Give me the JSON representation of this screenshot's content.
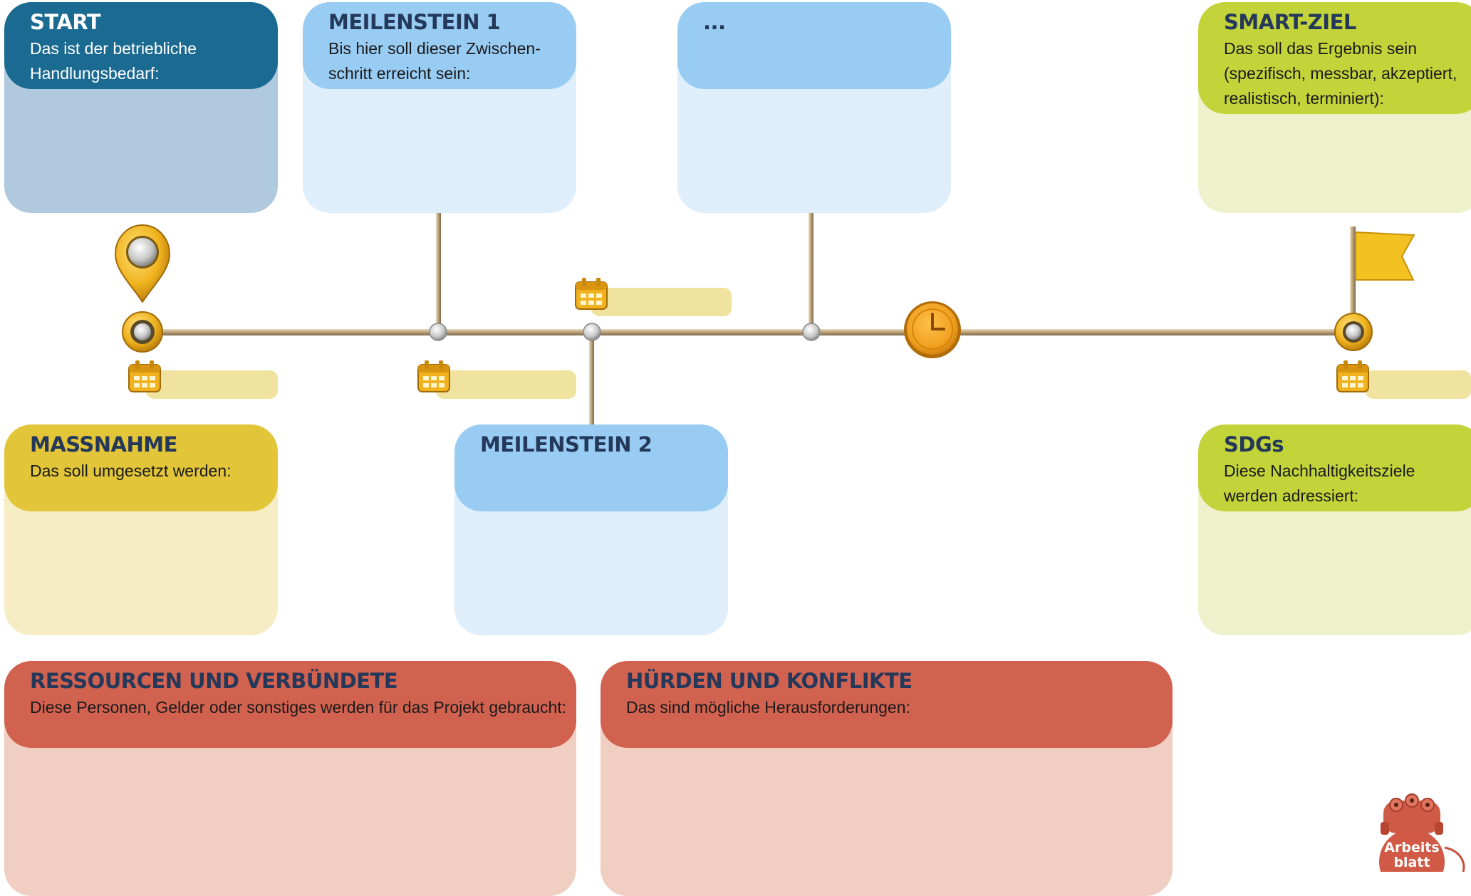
{
  "cards": {
    "start": {
      "title": "START",
      "text": "Das ist der betriebliche Handlungsbedarf:"
    },
    "meilenstein1": {
      "title": "MEILENSTEIN 1",
      "text": "Bis hier soll dieser Zwischen-schritt erreicht sein:"
    },
    "dots": {
      "title": "..."
    },
    "smart_ziel": {
      "title": "SMART-ZIEL",
      "text": "Das soll das Ergebnis sein (spezifisch, messbar, akzeptiert, realistisch, terminiert):"
    },
    "massnahme": {
      "title": "MASSNAHME",
      "text": "Das soll umgesetzt werden:"
    },
    "meilenstein2": {
      "title": "MEILENSTEIN 2"
    },
    "sdgs": {
      "title": "SDGs",
      "text": "Diese Nachhaltigkeitsziele werden adressiert:"
    },
    "ressourcen": {
      "title": "RESSOURCEN UND VERBÜNDETE",
      "text": "Diese Personen, Gelder oder sonstiges werden für das Projekt gebraucht:"
    },
    "huerden": {
      "title": "HÜRDEN UND KONFLIKTE",
      "text": "Das sind mögliche Herausforderungen:"
    }
  },
  "badge": {
    "line1": "Arbeits",
    "line2": "blatt"
  },
  "colors": {
    "start_head": "#1b6a92",
    "start_body": "#b1c9de",
    "milestone_head": "#99ccf3",
    "milestone_body": "#dfeefb",
    "smart_head": "#c3d33a",
    "smart_body": "#eef1cb",
    "massnahme_head": "#e2c539",
    "massnahme_body": "#f6edc4",
    "red_head": "#d26250",
    "red_body": "#f0cfc2",
    "date_bar": "#f0e29f"
  }
}
